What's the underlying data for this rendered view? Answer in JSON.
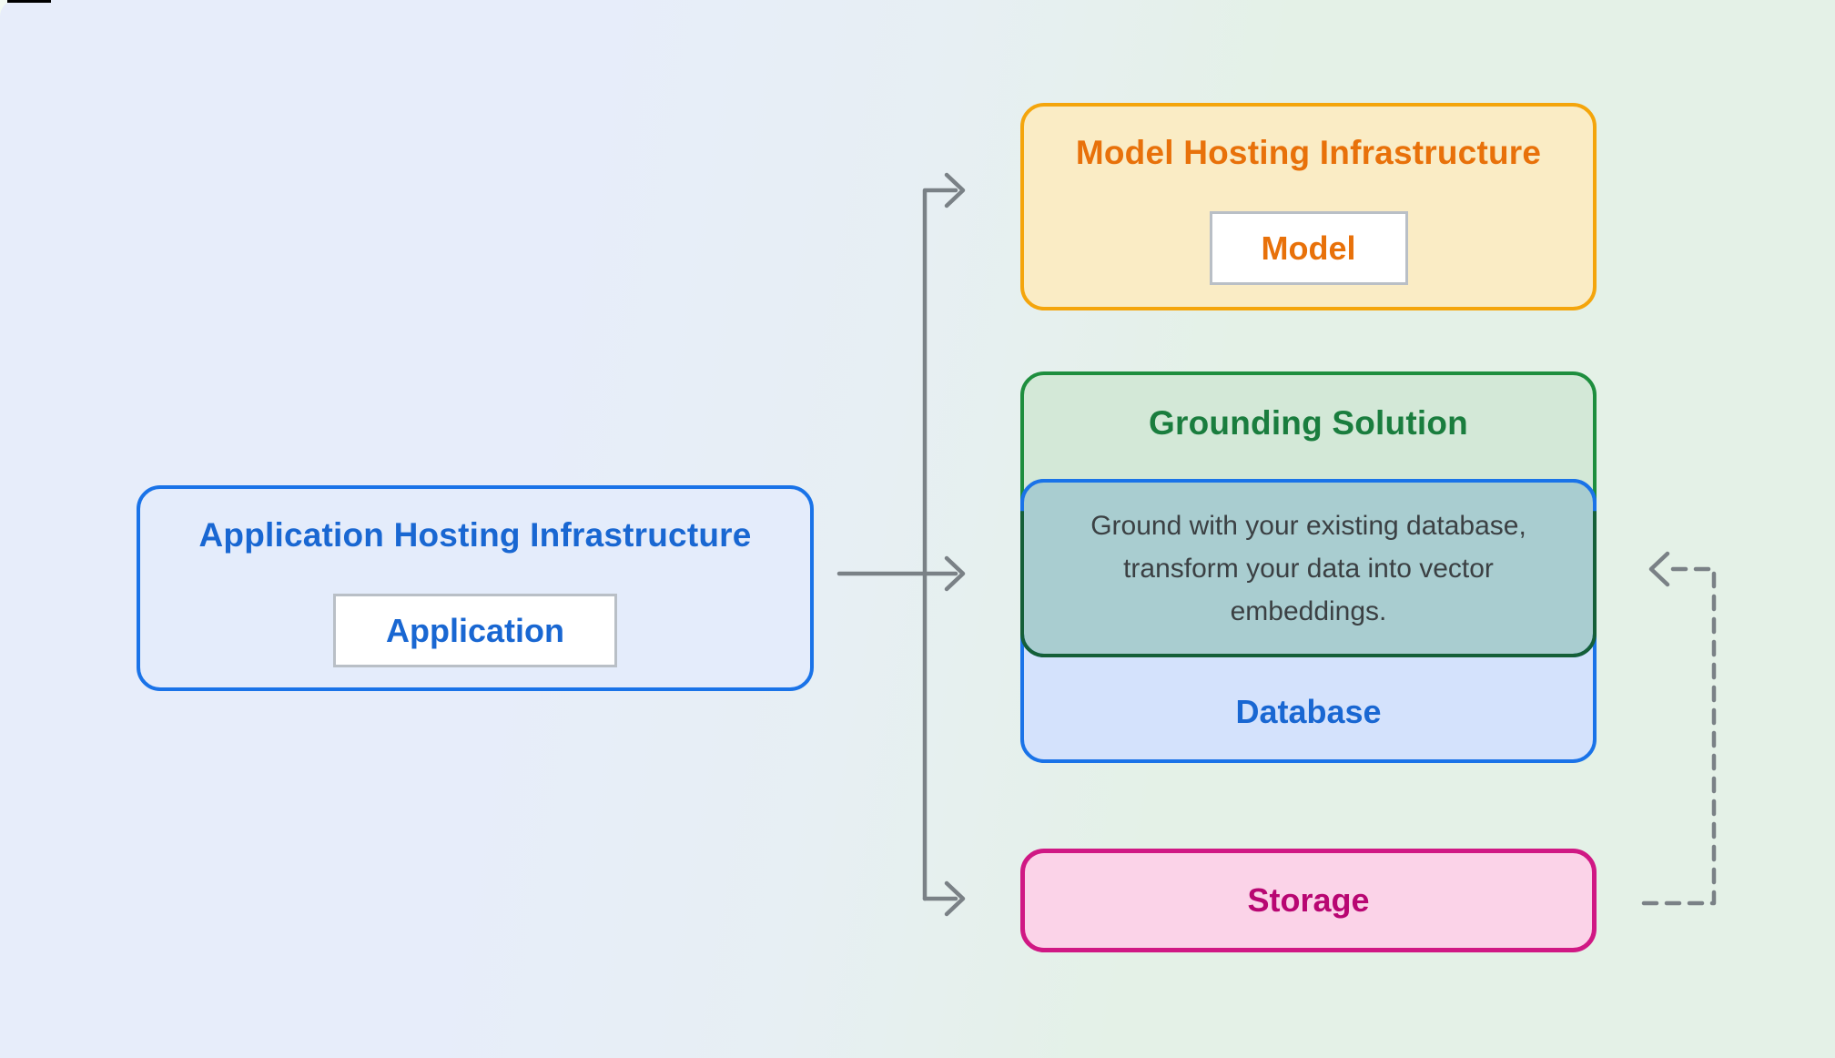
{
  "diagram": {
    "app_box": {
      "title": "Application Hosting Infrastructure",
      "chip": "Application"
    },
    "model_box": {
      "title": "Model Hosting Infrastructure",
      "chip": "Model"
    },
    "grounding_box": {
      "title": "Grounding Solution",
      "description": "Ground with your existing database, transform your data into vector embeddings.",
      "database_label": "Database"
    },
    "storage_box": {
      "label": "Storage"
    }
  },
  "colors": {
    "background-left": "#e7edfa",
    "background-right": "#e4f1e7",
    "blue-border": "#1a73e8",
    "blue-text": "#1967d2",
    "blue-fill": "#e4ecfb",
    "database-fill": "#d4e2fc",
    "yellow-border": "#f4a50c",
    "yellow-fill": "#faecc5",
    "orange-text": "#e8710a",
    "green-border": "#1e8e3e",
    "green-fill": "#d3e8d7",
    "green-text": "#1a7d3e",
    "teal-fill": "#a9cdd0",
    "description-text": "#3b4043",
    "pink-border": "#d01884",
    "pink-fill": "#fbd3e8",
    "pink-text": "#b80672",
    "arrow-gray": "#7a8186"
  }
}
